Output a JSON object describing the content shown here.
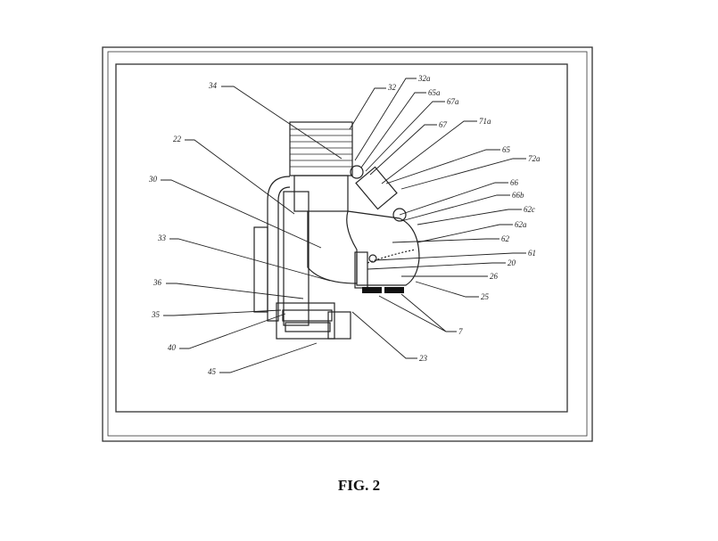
{
  "figure": {
    "caption": "FIG. 2",
    "labels_left": [
      "34",
      "22",
      "30",
      "33",
      "36",
      "35",
      "40",
      "45",
      "23"
    ],
    "labels_right": [
      "32a",
      "32",
      "65a",
      "67a",
      "67",
      "71a",
      "65",
      "72a",
      "66",
      "66b",
      "62c",
      "62a",
      "62",
      "61",
      "20",
      "26",
      "25",
      "7"
    ]
  }
}
